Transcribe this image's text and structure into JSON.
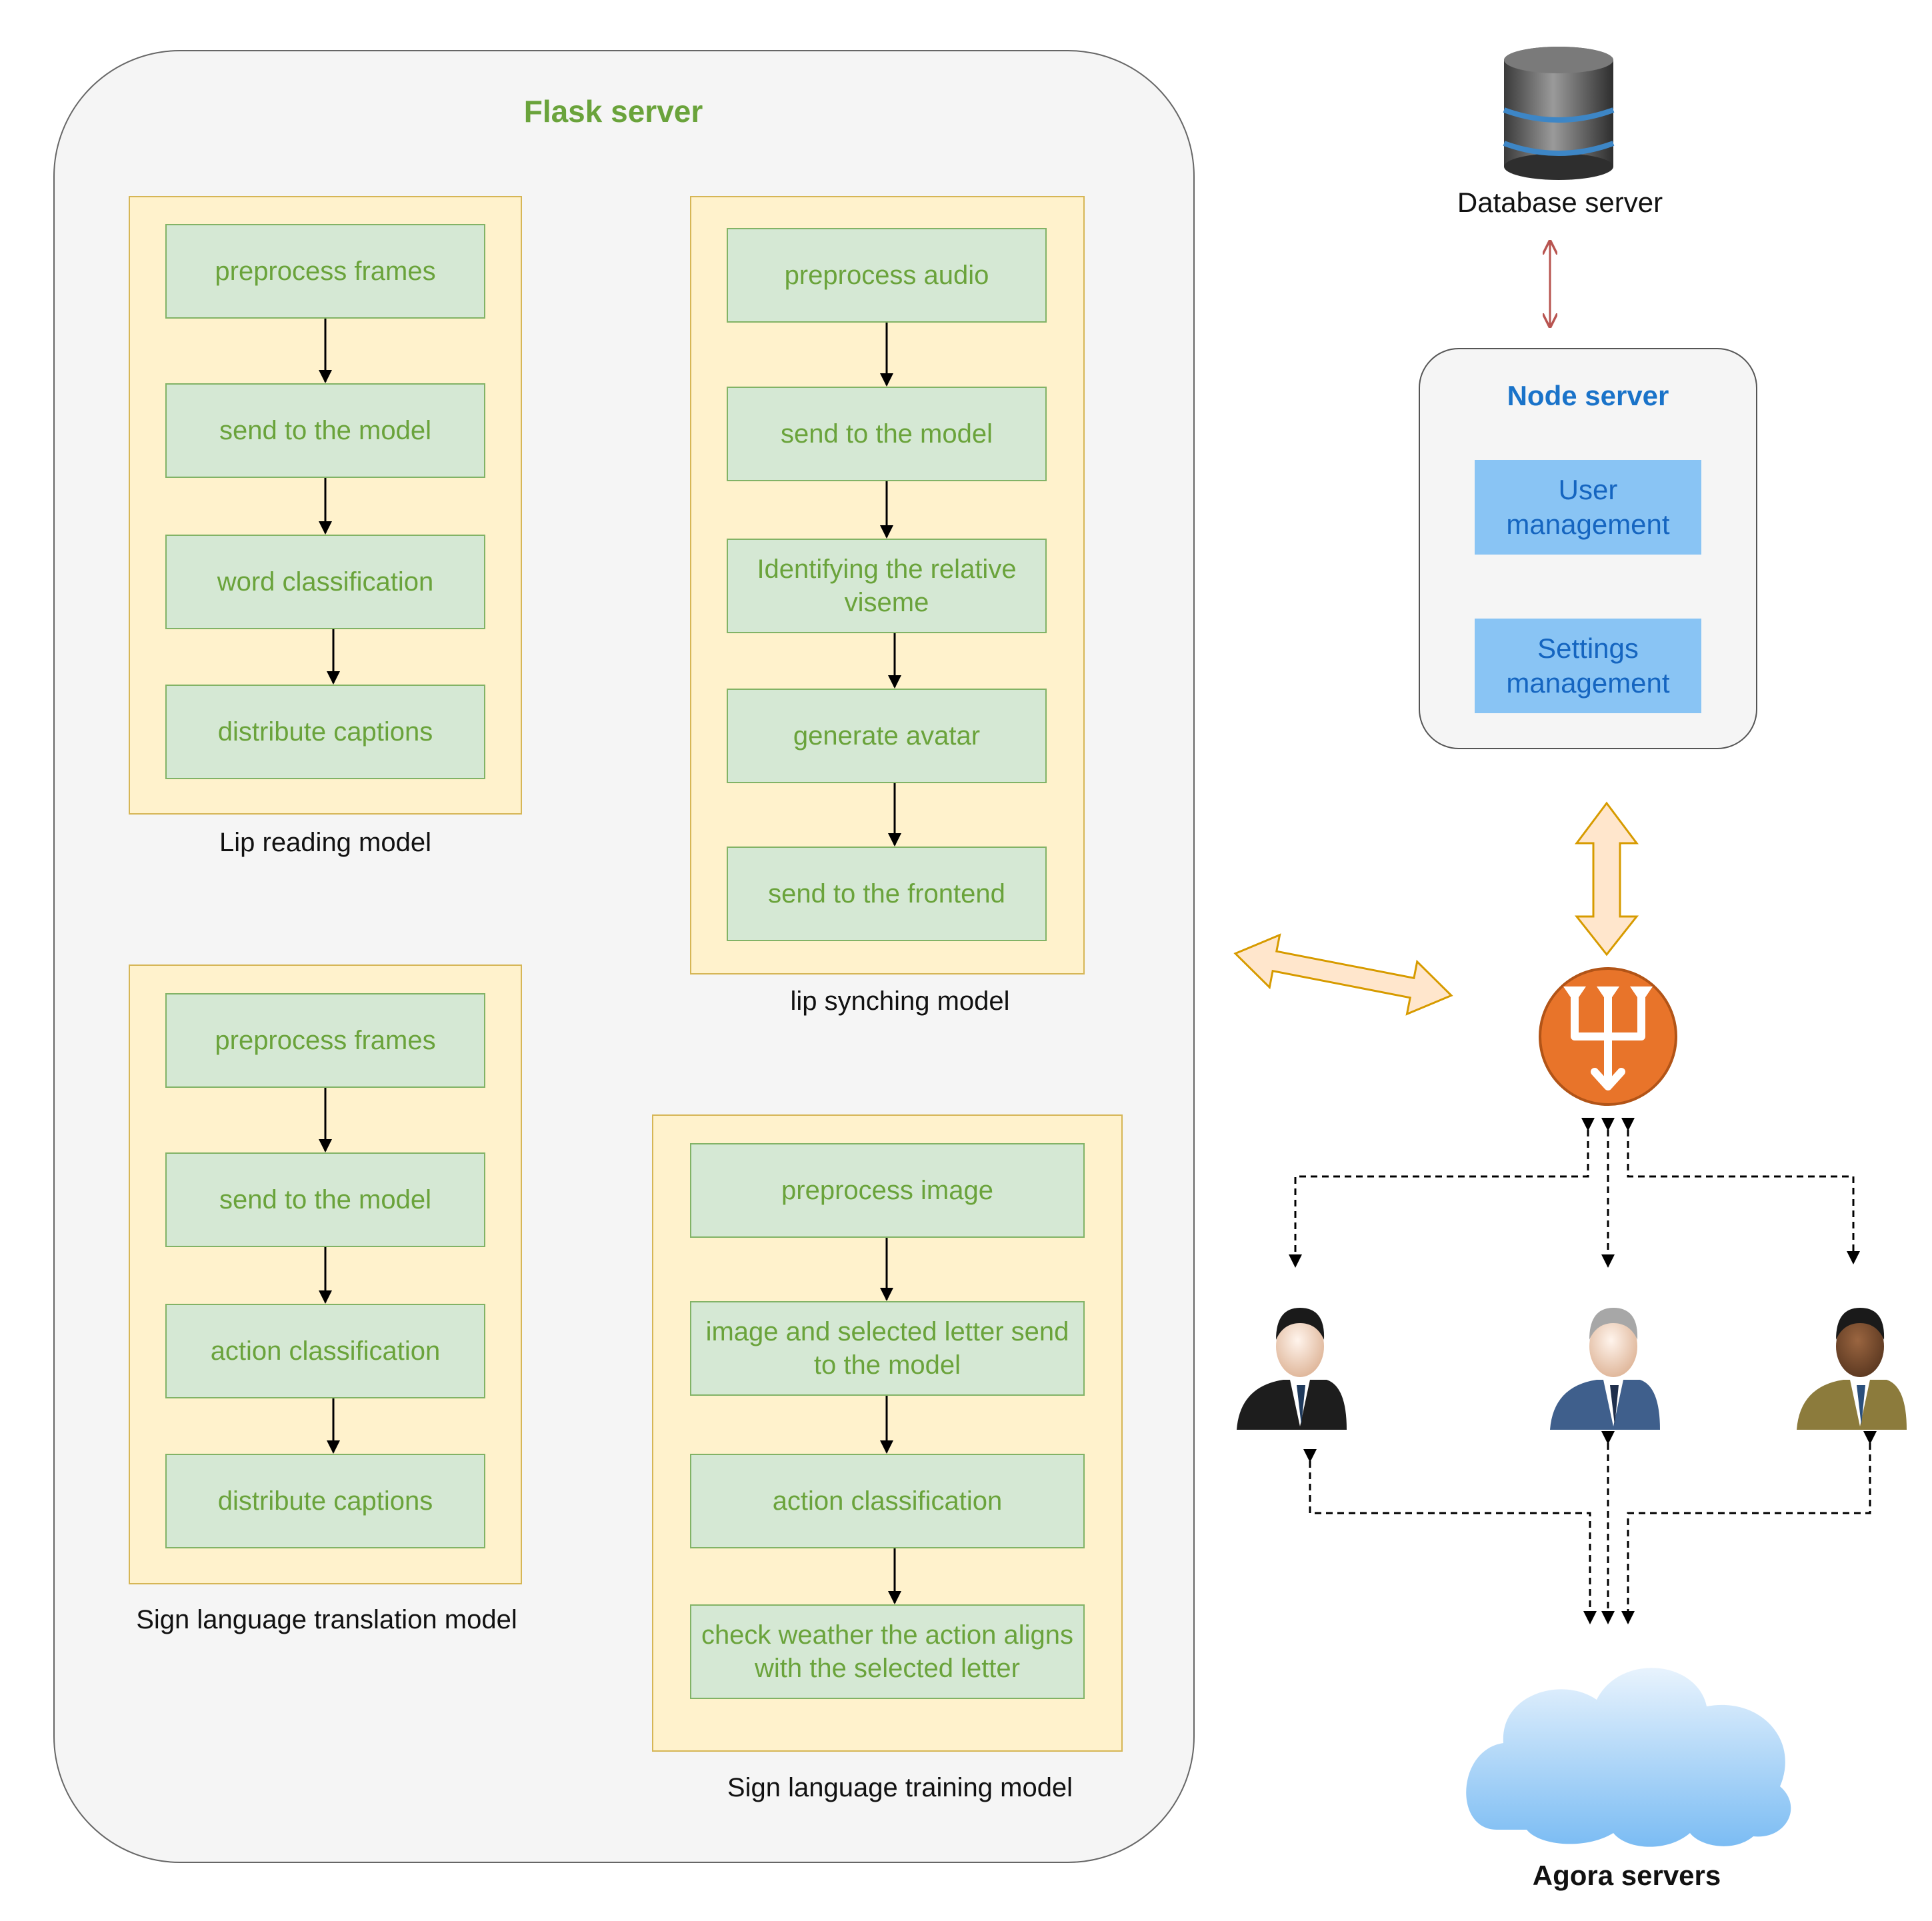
{
  "flask": {
    "title": "Flask server",
    "lip_reading": {
      "caption": "Lip reading model",
      "steps": [
        "preprocess frames",
        "send to the model",
        "word classification",
        "distribute captions"
      ]
    },
    "lip_sync": {
      "caption": "lip synching model",
      "steps": [
        "preprocess audio",
        "send to the model",
        "Identifying the relative viseme",
        "generate avatar",
        "send to the frontend"
      ]
    },
    "sign_translation": {
      "caption": "Sign language translation model",
      "steps": [
        "preprocess frames",
        "send to the model",
        "action classification",
        "distribute captions"
      ]
    },
    "sign_training": {
      "caption": "Sign language training model",
      "steps": [
        "preprocess image",
        "image and selected letter send to the model",
        "action classification",
        "check weather the action aligns with the selected letter"
      ]
    }
  },
  "database": {
    "label": "Database server",
    "icon": "database-icon"
  },
  "node": {
    "title": "Node server",
    "items": [
      "User management",
      "Settings management"
    ]
  },
  "agora": {
    "label": "Agora servers",
    "icon": "cloud-icon"
  },
  "gateway": {
    "icon": "trident-icon",
    "color": "#e8742a"
  },
  "users": [
    {
      "icon": "user-icon",
      "suit": "#1d1d1d"
    },
    {
      "icon": "user-icon",
      "suit": "#3f5f8c"
    },
    {
      "icon": "user-icon",
      "suit": "#8c7b3c"
    }
  ],
  "colors": {
    "step_fill": "#d5e8d4",
    "step_text": "#6aa33b",
    "panel_fill": "#fff2cc",
    "node_title": "#1a73c9",
    "mgmt_fill": "#89c4f4"
  }
}
